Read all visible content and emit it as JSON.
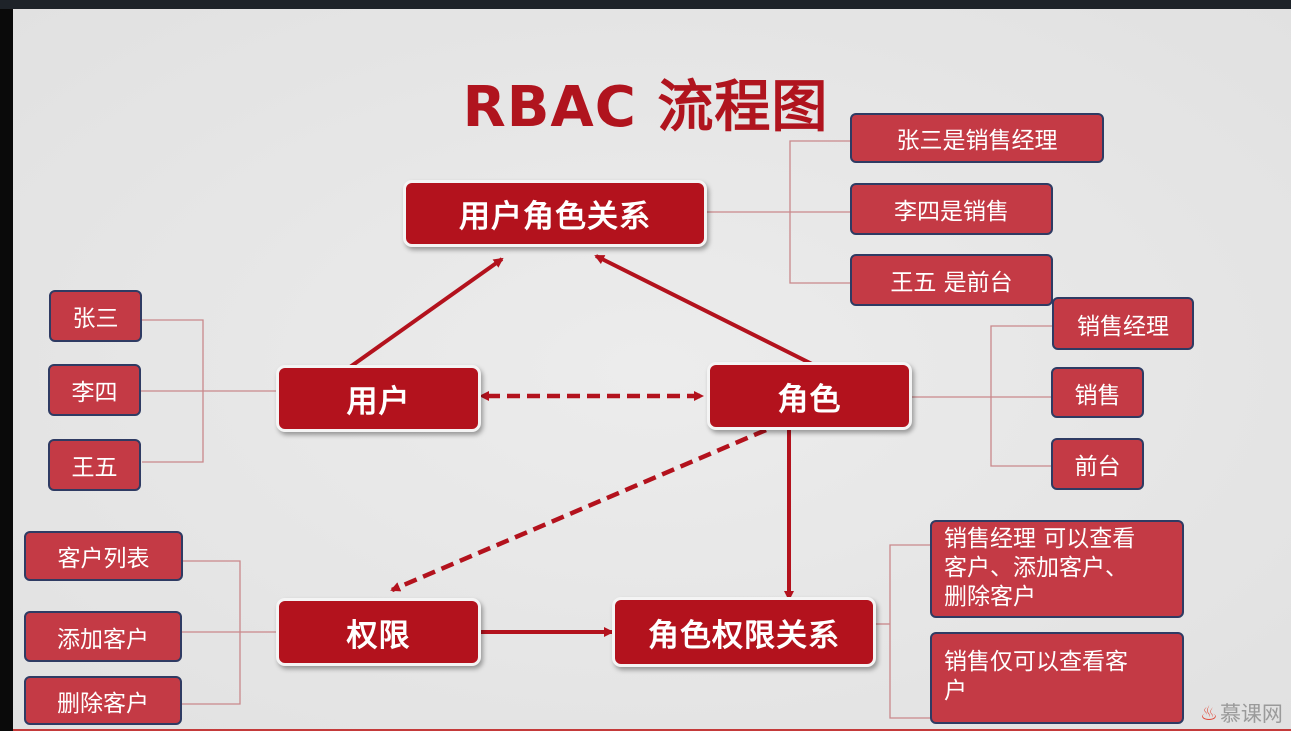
{
  "title": "RBAC 流程图",
  "nodes": {
    "user_role": "用户角色关系",
    "user": "用户",
    "role": "角色",
    "permission": "权限",
    "role_permission": "角色权限关系"
  },
  "user_role_examples": [
    "张三是销售经理",
    "李四是销售",
    "王五 是前台"
  ],
  "users": [
    "张三",
    "李四",
    "王五"
  ],
  "roles": [
    "销售经理",
    "销售",
    "前台"
  ],
  "permissions": [
    "客户列表",
    "添加客户",
    "删除客户"
  ],
  "role_permission_examples": {
    "first_lines": [
      "销售经理 可以查看",
      "客户、添加客户、",
      "删除客户"
    ],
    "second_lines": [
      "销售仅可以查看客",
      "户"
    ]
  },
  "watermark": "慕课网",
  "colors": {
    "node": "#b3121d",
    "leaf": "#c43a45",
    "title": "#b0141e",
    "leaf_border": "#2f3b63"
  }
}
